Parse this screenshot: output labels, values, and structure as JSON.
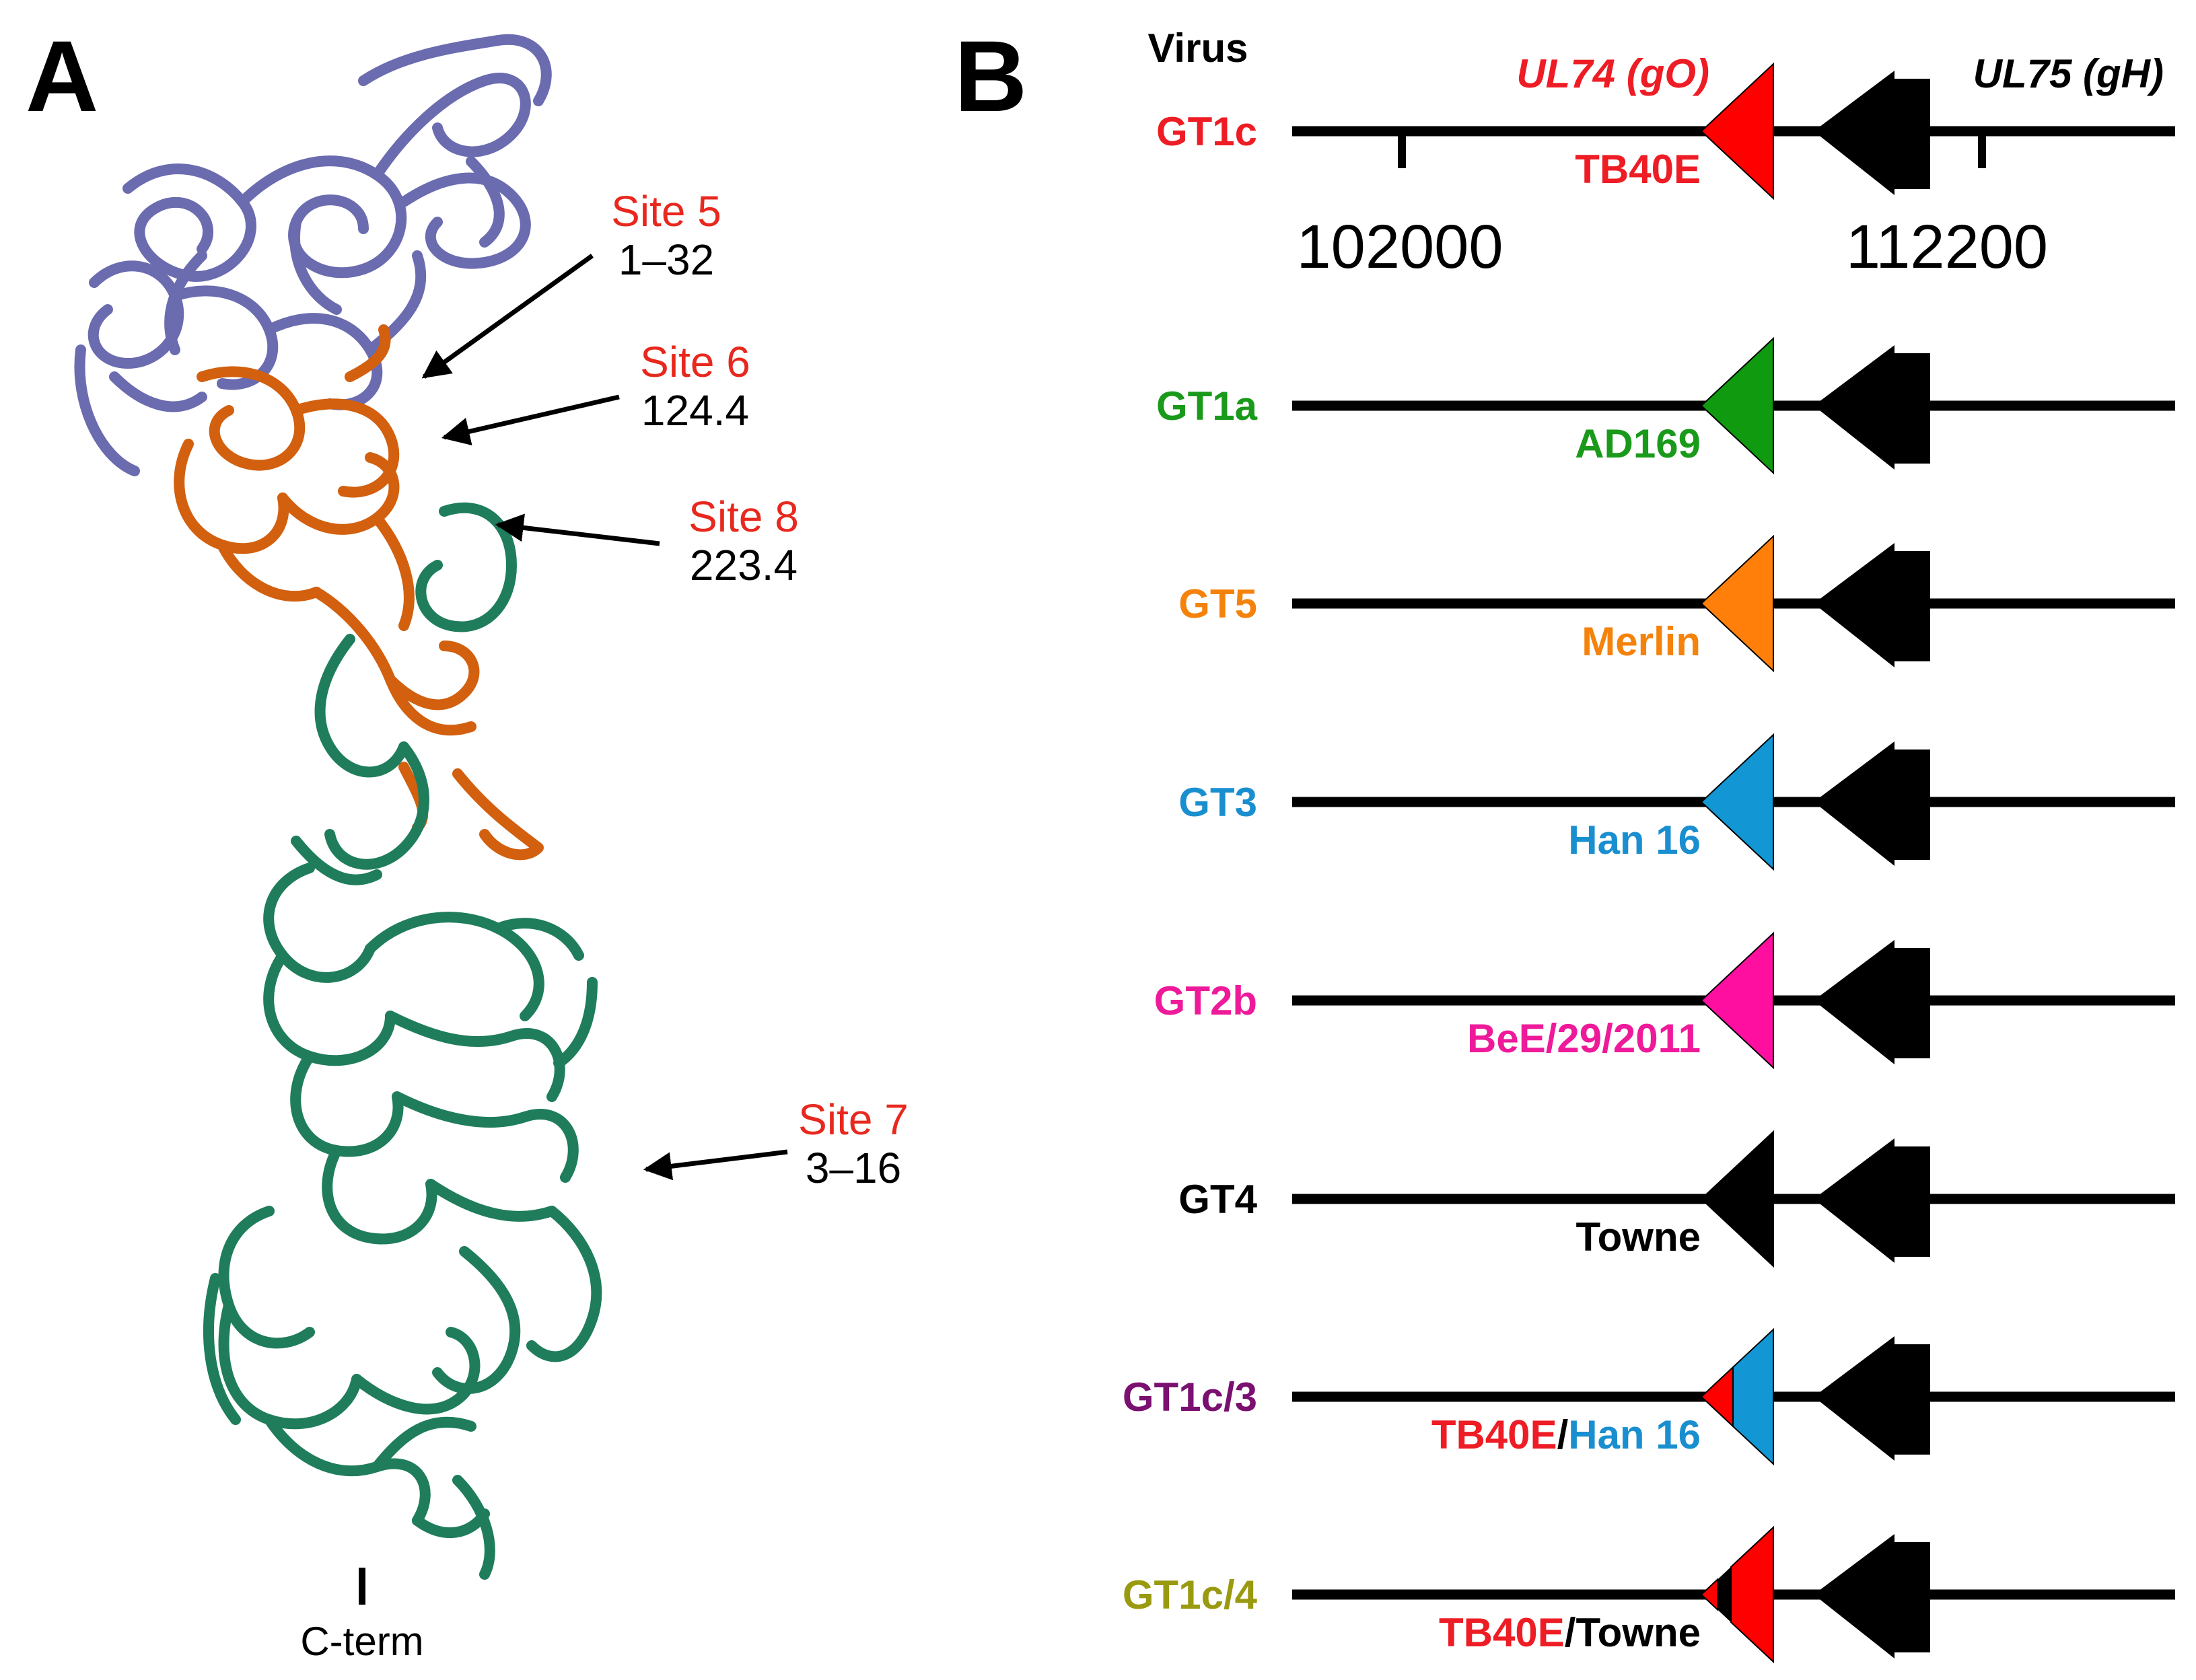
{
  "panel_a": {
    "letter": "A",
    "sites": [
      {
        "name": "Site 5",
        "value": "1–32"
      },
      {
        "name": "Site 6",
        "value": "124.4"
      },
      {
        "name": "Site 8",
        "value": "223.4"
      },
      {
        "name": "Site 7",
        "value": "3–16"
      }
    ],
    "cterm_label": "C-term",
    "colors": {
      "domain_top": "#6b6bb0",
      "domain_mid": "#d2600f",
      "domain_body": "#1f7d5c",
      "site_name": "#e8281e"
    }
  },
  "panel_b": {
    "letter": "B",
    "virus_header": "Virus",
    "gene_left": "UL74 (gO)",
    "gene_right": "UL75 (gH)",
    "axis_ticks": [
      "102000",
      "112200"
    ],
    "rows": [
      {
        "genotype": "GT1c",
        "genotype_color": "#ee1c24",
        "strain_parts": [
          {
            "text": "TB40E",
            "color": "#ee1c24"
          }
        ],
        "arrow_color": "#ff0000"
      },
      {
        "genotype": "GT1a",
        "genotype_color": "#1a9a1a",
        "strain_parts": [
          {
            "text": "AD169",
            "color": "#1a9a1a"
          }
        ],
        "arrow_color": "#0f9a0f"
      },
      {
        "genotype": "GT5",
        "genotype_color": "#f5820a",
        "strain_parts": [
          {
            "text": "Merlin",
            "color": "#f5820a"
          }
        ],
        "arrow_color": "#ff7f0a"
      },
      {
        "genotype": "GT3",
        "genotype_color": "#1a8fd0",
        "strain_parts": [
          {
            "text": "Han 16",
            "color": "#1a8fd0"
          }
        ],
        "arrow_color": "#1296d4"
      },
      {
        "genotype": "GT2b",
        "genotype_color": "#ee1a9a",
        "strain_parts": [
          {
            "text": "BeE/29/2011",
            "color": "#ee1a9a"
          }
        ],
        "arrow_color": "#ff0f9f"
      },
      {
        "genotype": "GT4",
        "genotype_color": "#000000",
        "strain_parts": [
          {
            "text": "Towne",
            "color": "#000000"
          }
        ],
        "arrow_color": "#000000"
      },
      {
        "genotype": "GT1c/3",
        "genotype_color": "#7a1070",
        "strain_parts": [
          {
            "text": "TB40E",
            "color": "#ee1c24"
          },
          {
            "text": "/",
            "color": "#000000"
          },
          {
            "text": "Han 16",
            "color": "#1a8fd0"
          }
        ],
        "arrow_color": "chimera-red-blue"
      },
      {
        "genotype": "GT1c/4",
        "genotype_color": "#9a9a10",
        "strain_parts": [
          {
            "text": "TB40E",
            "color": "#ee1c24"
          },
          {
            "text": "/",
            "color": "#000000"
          },
          {
            "text": "Towne",
            "color": "#000000"
          }
        ],
        "arrow_color": "chimera-red-black"
      }
    ],
    "colors": {
      "gene_left_label": "#ee1c24",
      "gene_right_label": "#000000",
      "gh_arrow": "#000000"
    }
  }
}
